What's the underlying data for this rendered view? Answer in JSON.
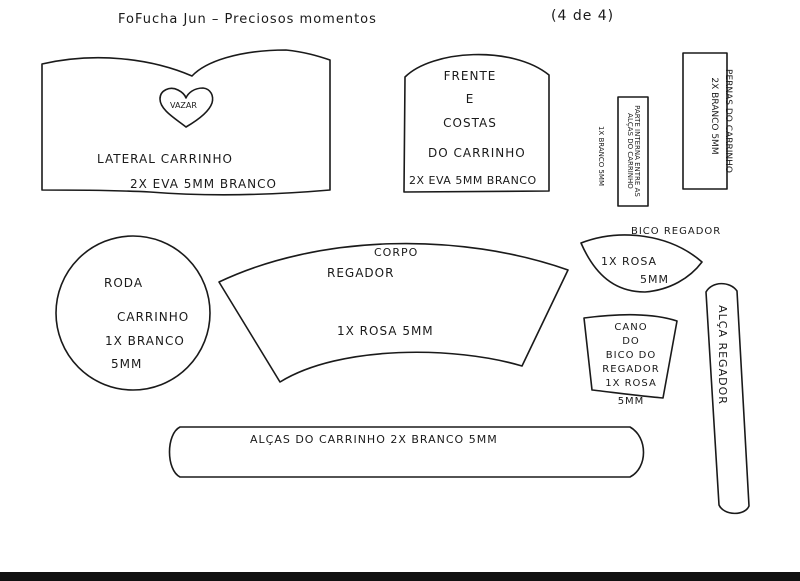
{
  "header": {
    "title": "FoFucha Jun – Preciosos momentos",
    "page_indicator": "(4 de 4)"
  },
  "pieces": {
    "lateral": {
      "heart_label": "VAZAR",
      "name": "LATERAL CARRINHO",
      "spec": "2x EVA 5mm BRANCO"
    },
    "frente": {
      "line1": "FRENTE",
      "line2": "E",
      "line3": "COSTAS",
      "line4": "DO CARRINHO",
      "spec": "2x EVA 5mm BRANCO"
    },
    "parte_interna": {
      "name": "PARTE INTERNA ENTRE AS ALÇAS DO CARRINHO",
      "spec": "1x BRANCO 5mm"
    },
    "pernas": {
      "name": "PERNAS DO CARRINHO",
      "spec": "2x BRANCO 5mm"
    },
    "roda": {
      "line1": "RODA",
      "line2": "CARRINHO",
      "line3": "1x BRANCO",
      "line4": "5mm"
    },
    "corpo": {
      "line1": "CORPO",
      "line2": "REGADOR",
      "spec": "1x ROSA 5mm"
    },
    "bico": {
      "name": "BICO REGADOR",
      "line1": "1x ROSA",
      "line2": "5mm"
    },
    "cano": {
      "line1": "CANO",
      "line2": "DO",
      "line3": "BICO DO",
      "line4": "REGADOR",
      "line5": "1x ROSA",
      "line6": "5mm"
    },
    "alca_regador": {
      "name": "ALÇA REGADOR"
    },
    "alcas_carrinho": {
      "name": "ALÇAS DO CARRINHO 2x BRANCO 5mm"
    }
  }
}
